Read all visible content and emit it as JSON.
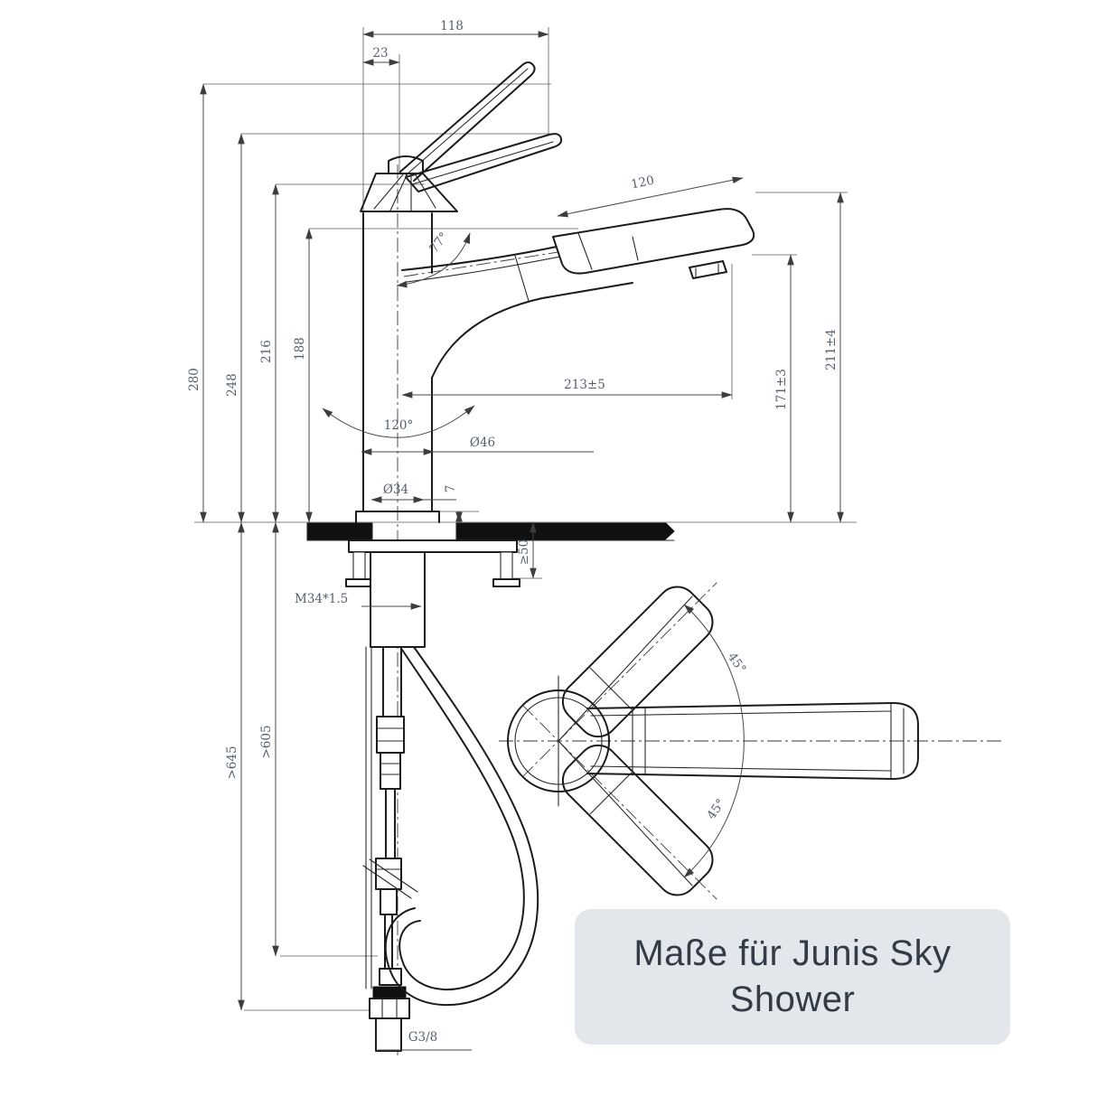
{
  "caption": "Maße für Junis Sky Shower",
  "colors": {
    "caption_bg": "#e3e7eb",
    "caption_text": "#333b46",
    "drawing_line": "#1c1c1c",
    "dimension_text": "#55606e"
  },
  "dims": {
    "handle_length_top": "118",
    "handle_offset": "23",
    "spray_head_length": "120",
    "handle_open_angle": "77°",
    "total_height": "280",
    "handle_height": "248",
    "body_height": "216",
    "spout_height": "188",
    "spout_reach": "213±5",
    "outlet_height": "171±3",
    "head_top_height": "211±4",
    "swivel_angle": "120°",
    "base_diameter": "Ø46",
    "shank_diameter": "Ø34",
    "base_ring_height": "7",
    "max_deck_thickness": "≥50",
    "shank_thread": "M34*1.5",
    "hose_length_inner": ">605",
    "hose_length_outer": ">645",
    "supply_thread": "G3/8"
  },
  "top_view": {
    "swivel_upper": "45°",
    "swivel_lower": "45°"
  }
}
